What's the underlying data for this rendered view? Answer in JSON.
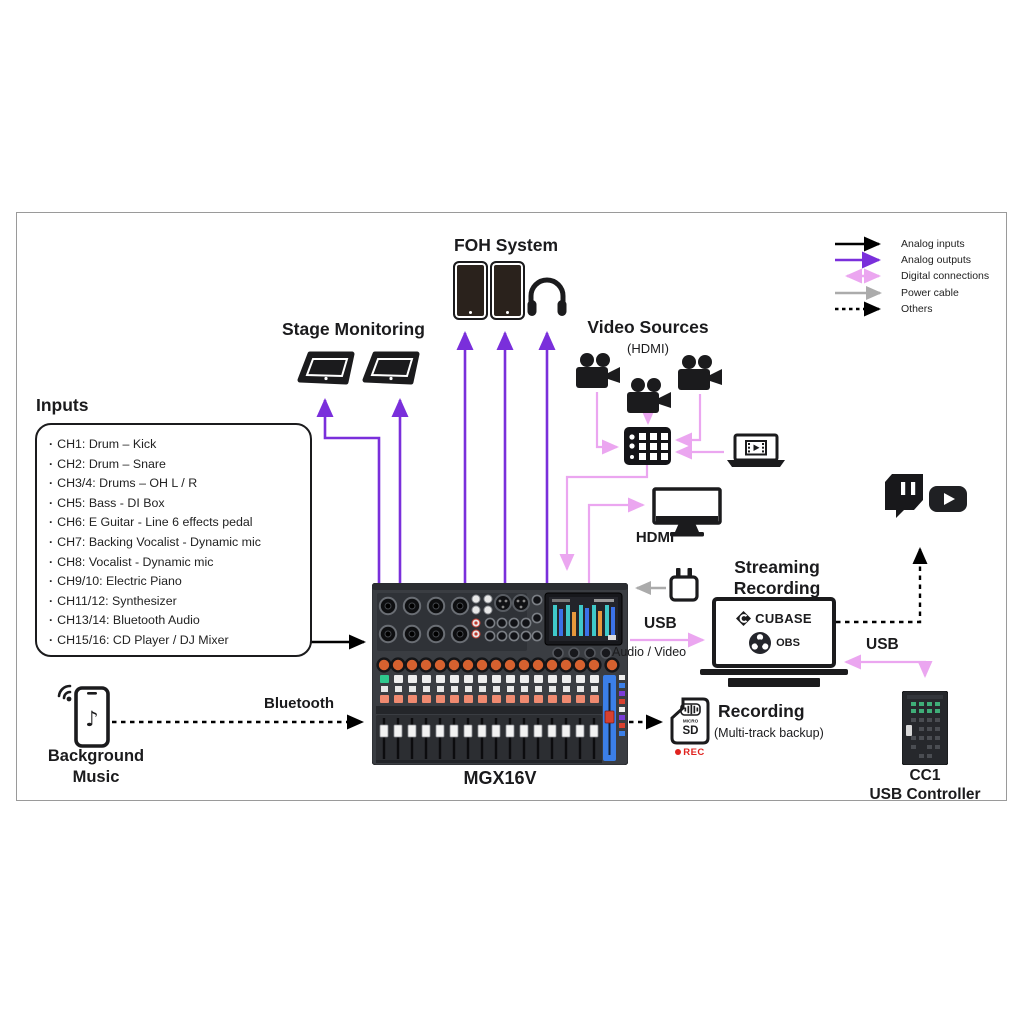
{
  "legend": {
    "items": [
      {
        "label": "Analog inputs"
      },
      {
        "label": "Analog outputs"
      },
      {
        "label": "Digital connections"
      },
      {
        "label": "Power cable"
      },
      {
        "label": "Others"
      }
    ]
  },
  "colors": {
    "analog_in": "#000000",
    "analog_out": "#7a2fdb",
    "digital": "#eba6f0",
    "power": "#ababab"
  },
  "foh": {
    "title": "FOH System"
  },
  "stage": {
    "title": "Stage Monitoring"
  },
  "video": {
    "title": "Video Sources",
    "subtitle": "(HDMI)"
  },
  "hdmi": {
    "label": "HDMI"
  },
  "inputs": {
    "title": "Inputs",
    "items": [
      "CH1: Drum – Kick",
      "CH2: Drum – Snare",
      "CH3/4: Drums – OH L / R",
      "CH5: Bass - DI Box",
      "CH6: E Guitar - Line 6 effects pedal",
      "CH7: Backing Vocalist - Dynamic mic",
      "CH8: Vocalist - Dynamic mic",
      "CH9/10: Electric Piano",
      "CH11/12: Synthesizer",
      "CH13/14: Bluetooth Audio",
      "CH15/16: CD Player / DJ Mixer"
    ]
  },
  "mixer": {
    "model": "MGX16V"
  },
  "background_music": {
    "line1": "Background",
    "line2": "Music"
  },
  "bluetooth": {
    "label": "Bluetooth"
  },
  "usb_left": {
    "label": "USB",
    "sub": "Audio / Video"
  },
  "usb_right": {
    "label": "USB"
  },
  "streaming": {
    "line1": "Streaming",
    "line2": "Recording",
    "cubase": "CUBASE",
    "obs": "OBS"
  },
  "recording": {
    "title": "Recording",
    "subtitle": "(Multi-track backup)",
    "micro": "MICRO",
    "sd": "SD",
    "rec": "REC"
  },
  "cc1": {
    "line1": "CC1",
    "line2": "USB Controller"
  }
}
